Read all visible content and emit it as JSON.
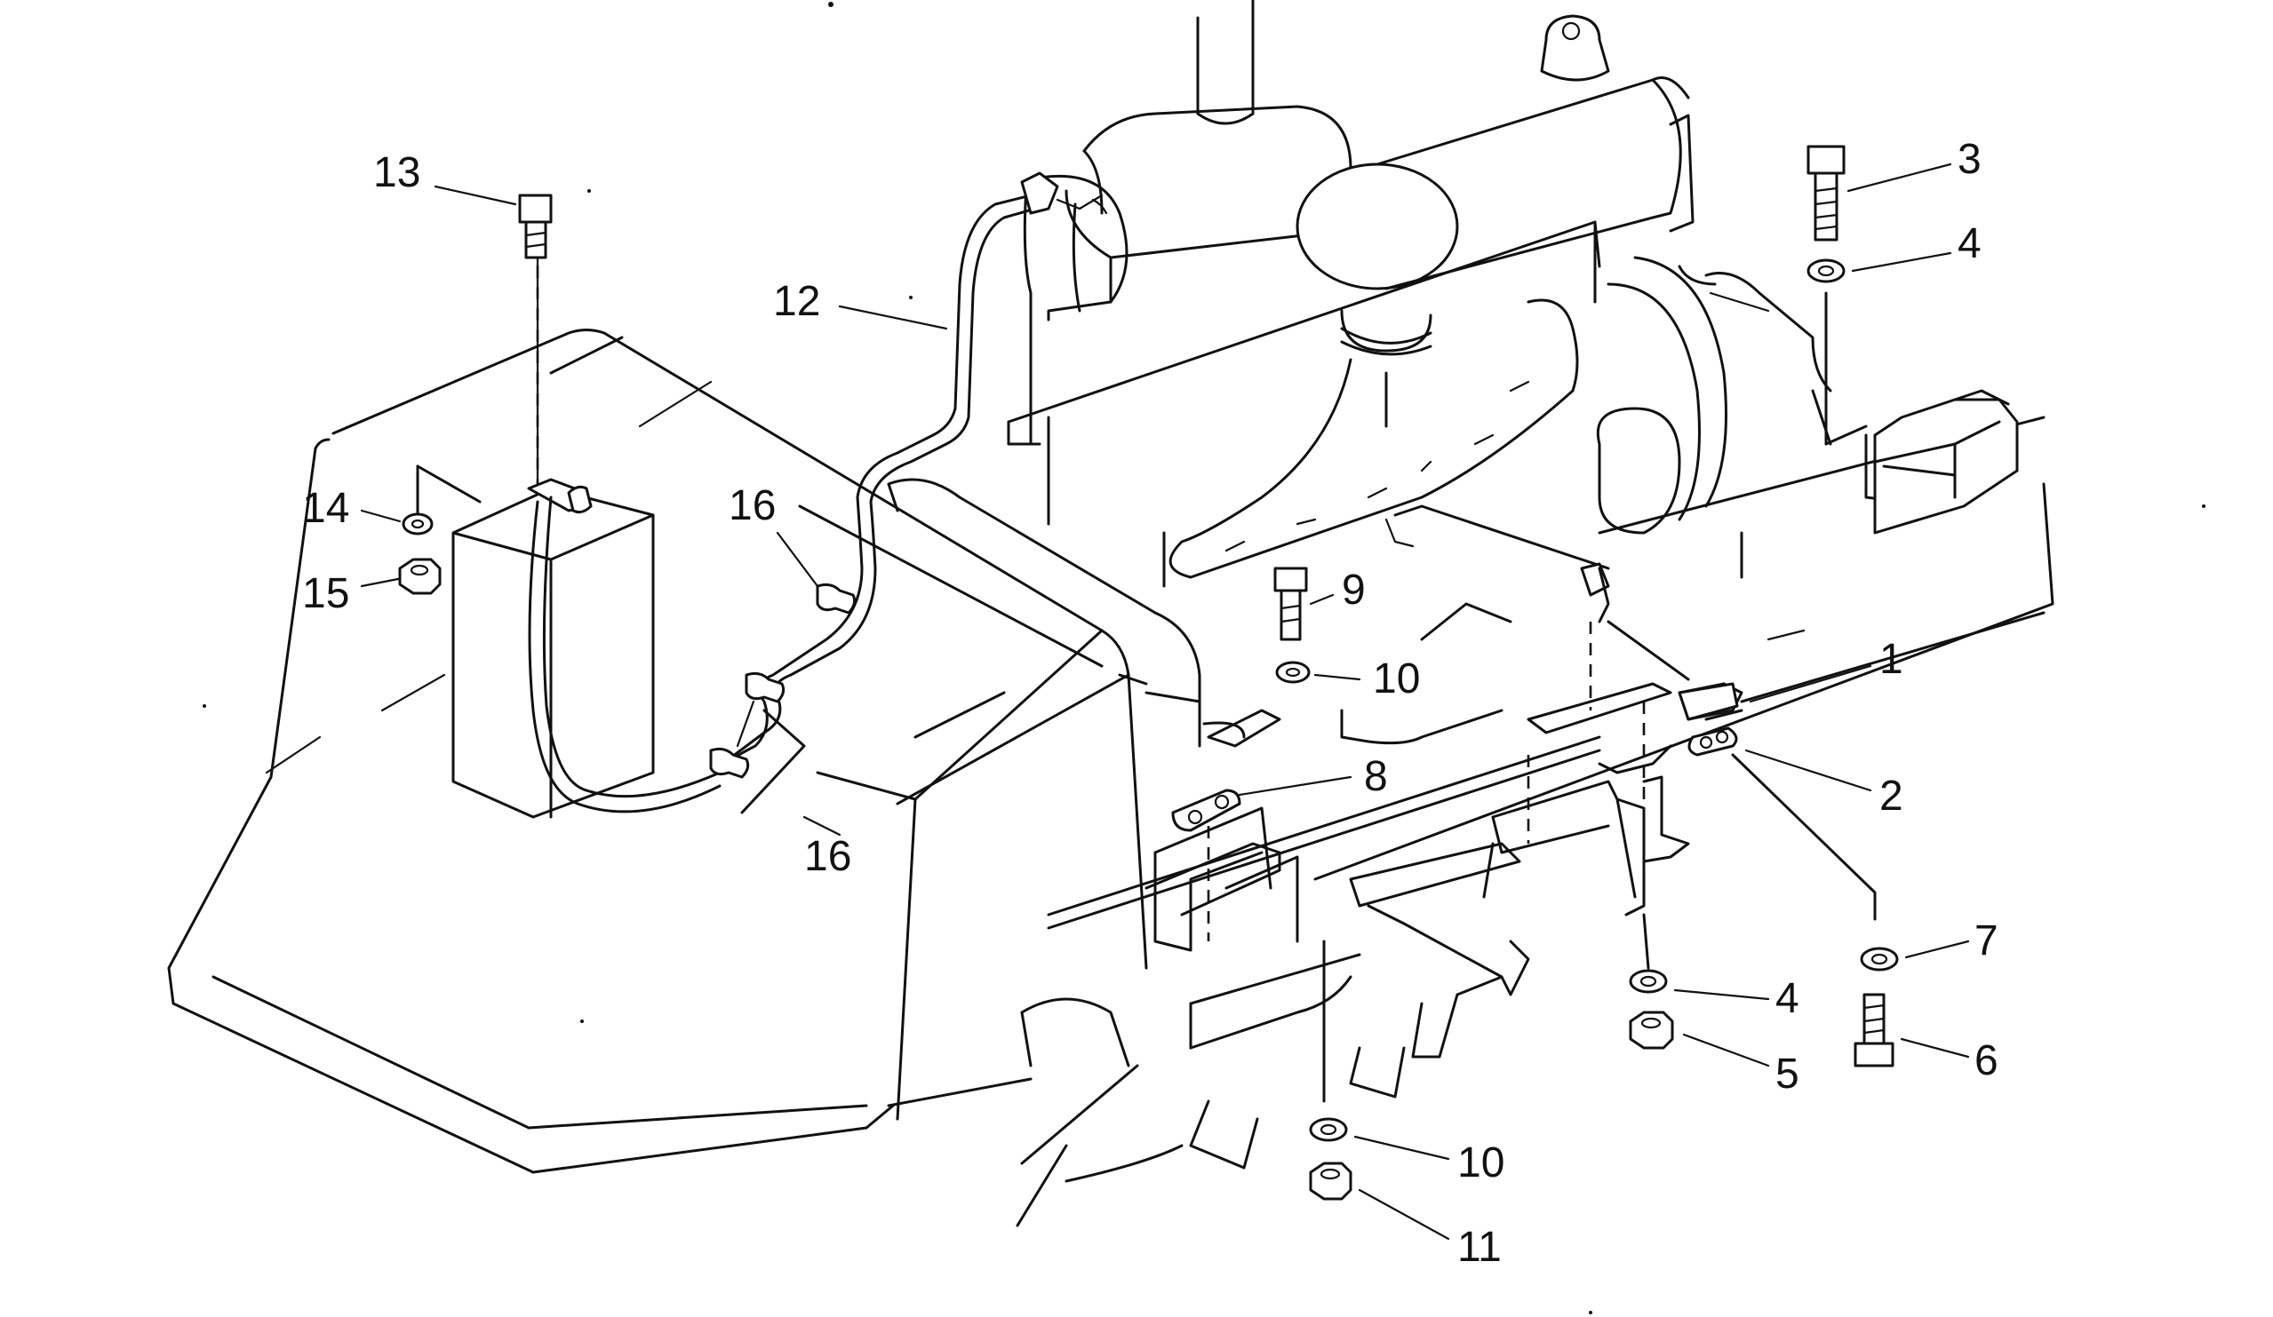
{
  "callouts": [
    {
      "id": "1",
      "label": "1"
    },
    {
      "id": "2",
      "label": "2"
    },
    {
      "id": "3",
      "label": "3"
    },
    {
      "id": "4a",
      "label": "4"
    },
    {
      "id": "4b",
      "label": "4"
    },
    {
      "id": "5",
      "label": "5"
    },
    {
      "id": "6",
      "label": "6"
    },
    {
      "id": "7",
      "label": "7"
    },
    {
      "id": "8",
      "label": "8"
    },
    {
      "id": "9",
      "label": "9"
    },
    {
      "id": "10a",
      "label": "10"
    },
    {
      "id": "10b",
      "label": "10"
    },
    {
      "id": "11",
      "label": "11"
    },
    {
      "id": "12",
      "label": "12"
    },
    {
      "id": "13",
      "label": "13"
    },
    {
      "id": "14",
      "label": "14"
    },
    {
      "id": "15",
      "label": "15"
    },
    {
      "id": "16a",
      "label": "16"
    },
    {
      "id": "16b",
      "label": "16"
    }
  ]
}
